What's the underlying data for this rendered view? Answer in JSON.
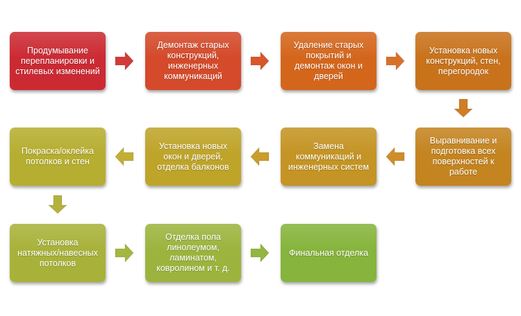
{
  "steps": [
    {
      "label": "Продумывание перепланировки и стилевых изменений",
      "color": "#cc2a33"
    },
    {
      "label": "Демонтаж старых конструкций, инженерных коммуникаций",
      "color": "#d44a2a"
    },
    {
      "label": "Удаление старых покрытий и демонтаж окон и дверей",
      "color": "#d4661c"
    },
    {
      "label": "Установка новых конструкций, стен, перегородок",
      "color": "#c8731c"
    },
    {
      "label": "Выравнивание и подготовка всех поверхностей к работе",
      "color": "#c48420"
    },
    {
      "label": "Замена коммуникаций и инженерных систем",
      "color": "#c49424"
    },
    {
      "label": "Установка новых окон и дверей, отделка балконов",
      "color": "#bfa42a"
    },
    {
      "label": "Покраска/оклейка потолков и стен",
      "color": "#b6ae30"
    },
    {
      "label": "Установка натяжных/навесных потолков",
      "color": "#a8b23a"
    },
    {
      "label": "Отделка пола линолеумом, ламинатом, ковролином и т. д.",
      "color": "#9cb43e"
    },
    {
      "label": "Финальная отделка",
      "color": "#86b43c"
    }
  ],
  "arrows": [
    {
      "direction": "right",
      "color": "#d33a3a"
    },
    {
      "direction": "right",
      "color": "#d9572a"
    },
    {
      "direction": "right",
      "color": "#d9702a"
    },
    {
      "direction": "down",
      "color": "#cf7e26"
    },
    {
      "direction": "left",
      "color": "#cf8e28"
    },
    {
      "direction": "left",
      "color": "#c99e2c"
    },
    {
      "direction": "left",
      "color": "#c3ae34"
    },
    {
      "direction": "down",
      "color": "#b4b23c"
    },
    {
      "direction": "right",
      "color": "#a3b63e"
    },
    {
      "direction": "right",
      "color": "#92b640"
    }
  ]
}
